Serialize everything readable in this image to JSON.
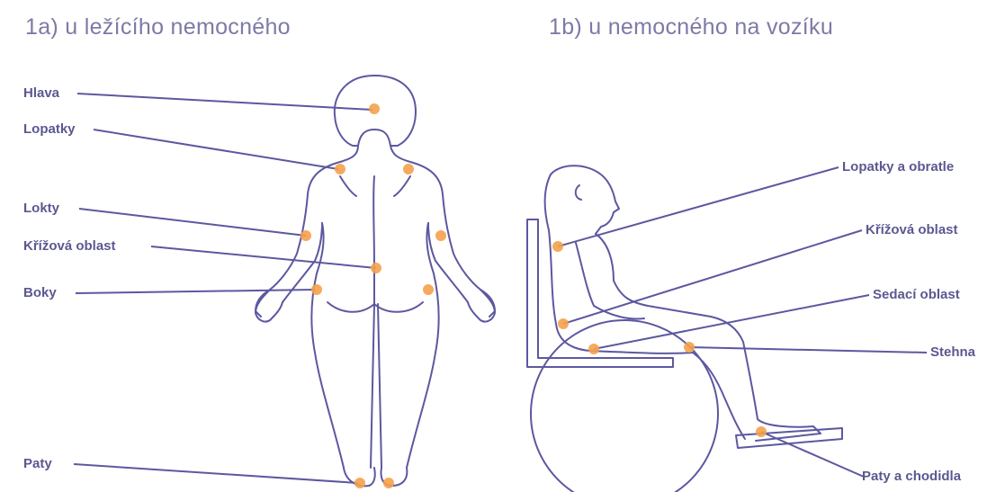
{
  "panel_a": {
    "title": "1a) u ležícího nemocného",
    "labels": {
      "head": "Hlava",
      "shoulder_blades": "Lopatky",
      "elbows": "Lokty",
      "sacral": "Křížová oblast",
      "hips": "Boky",
      "heels": "Paty"
    }
  },
  "panel_b": {
    "title": "1b) u nemocného na vozíku",
    "labels": {
      "shoulder_blades_spine": "Lopatky a obratle",
      "sacral": "Křížová oblast",
      "seat": "Sedací oblast",
      "thighs": "Stehna",
      "heels_feet": "Paty a chodidla"
    }
  },
  "colors": {
    "outline": "#5c58a0",
    "pressure_spot": "#f5a14c",
    "title": "#7d7aa6",
    "label": "#5b5890"
  }
}
